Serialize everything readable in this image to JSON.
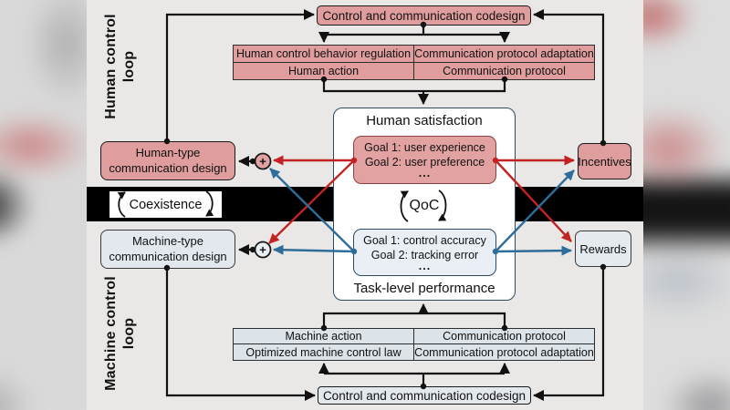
{
  "side_labels": {
    "human": "Human control loop",
    "machine": "Machine control loop"
  },
  "top_loop": {
    "codesign": "Control and communication codesign",
    "table": {
      "rows": [
        [
          "Human control behavior regulation",
          "Communication protocol adaptation"
        ],
        [
          "Human action",
          "Communication protocol"
        ]
      ]
    }
  },
  "center": {
    "human_title": "Human satisfaction",
    "human_goals": [
      "Goal 1: user experience",
      "Goal 2: user preference",
      "..."
    ],
    "qoc_label": "QoC",
    "machine_goals": [
      "Goal 1: control accuracy",
      "Goal 2: tracking error",
      "..."
    ],
    "machine_title": "Task-level performance"
  },
  "left_column": {
    "human_box": "Human-type communication design",
    "coexistence_label": "Coexistence",
    "machine_box": "Machine-type communication design"
  },
  "right_column": {
    "incentives": "Incentives",
    "rewards": "Rewards"
  },
  "bottom_loop": {
    "table": {
      "rows": [
        [
          "Machine action",
          "Communication protocol"
        ],
        [
          "Optimized machine control law",
          "Communication protocol adaptation"
        ]
      ]
    },
    "codesign": "Control and communication codesign"
  },
  "icons": {
    "plus": "+"
  },
  "colors": {
    "background": "#e9e8e6",
    "pink_fill": "#df9d9d",
    "pink_goal_fill": "#e2a2a2",
    "pink_goal_border": "#8a4141",
    "light_fill": "#e2e8ee",
    "blue_goal_fill": "#eaeff5",
    "center_border": "#2b4a68",
    "red_line": "#c32222",
    "blue_line": "#2e6d99",
    "band": "#000000"
  }
}
